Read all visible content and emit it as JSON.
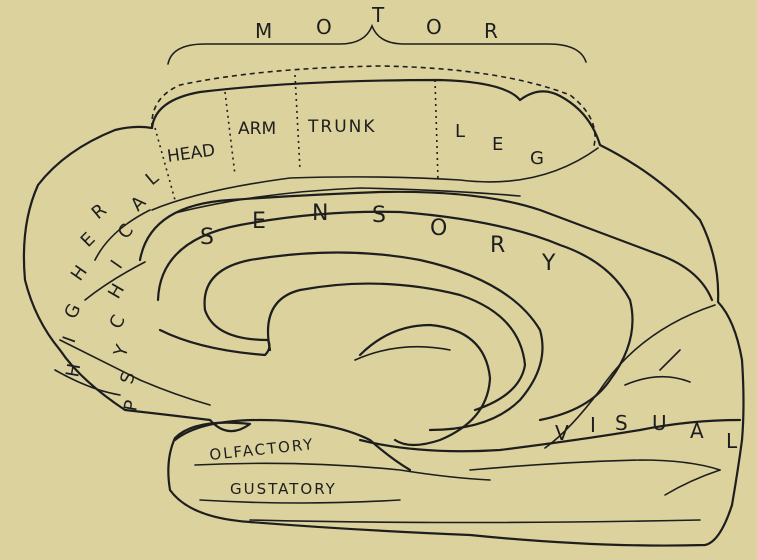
{
  "labels": {
    "motor": [
      "M",
      "O",
      "T",
      "O",
      "R"
    ],
    "head": "HEAD",
    "arm": "ARM",
    "trunk": "TRUNK",
    "leg": [
      "L",
      "E",
      "G"
    ],
    "sensory": [
      "S",
      "E",
      "N",
      "S",
      "O",
      "R",
      "Y"
    ],
    "higher": [
      "H",
      "I",
      "G",
      "H",
      "E",
      "R"
    ],
    "psychical": [
      "P",
      "S",
      "Y",
      "C",
      "H",
      "I",
      "C",
      "A",
      "L"
    ],
    "visual": [
      "V",
      "I",
      "S",
      "U",
      "A",
      "L"
    ],
    "olfactory": "OLFACTORY",
    "gustatory": "GUSTATORY"
  },
  "colors": {
    "paper": "#dbd29e",
    "ink": "#1e1e1e"
  }
}
